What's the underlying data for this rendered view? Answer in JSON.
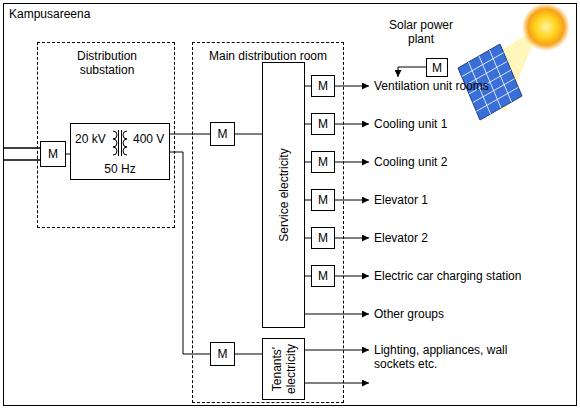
{
  "diagram": {
    "nodes": [
      {
        "text": [
          "Kampusareena"
        ]
      },
      {
        "text": [
          "Distribution substation"
        ],
        "in": 0
      },
      {
        "text": [
          "M"
        ],
        "in": 1
      },
      {
        "text": [
          "20 kV",
          "400 V",
          "50 Hz"
        ],
        "in": 1
      },
      {
        "text": [
          "Main distribution room"
        ],
        "in": 0
      },
      {
        "text": [
          "M"
        ],
        "in": 4
      },
      {
        "text": [
          "Service electricity"
        ],
        "in": 4
      },
      {
        "text": [
          "M"
        ],
        "in": 4
      },
      {
        "text": [
          "M"
        ],
        "in": 4
      },
      {
        "text": [
          "M"
        ],
        "in": 4
      },
      {
        "text": [
          "M"
        ],
        "in": 4
      },
      {
        "text": [
          "M"
        ],
        "in": 4
      },
      {
        "text": [
          "M"
        ],
        "in": 4
      },
      {
        "text": [
          "Tenants' electricity"
        ],
        "in": 4
      },
      {
        "text": [
          "M"
        ],
        "in": 4
      },
      {
        "text": [
          "M"
        ],
        "in": 0
      }
    ],
    "edges": [
      {
        "from": 2,
        "to": 3,
        "arrow": "none"
      },
      {
        "from": 3,
        "to": 5,
        "arrow": "none"
      },
      {
        "from": 3,
        "to": 14,
        "arrow": "none"
      },
      {
        "from": 5,
        "to": 6,
        "arrow": "none"
      },
      {
        "from": 6,
        "to": 7,
        "arrow": "none"
      },
      {
        "from": 6,
        "to": 8,
        "arrow": "none"
      },
      {
        "from": 6,
        "to": 9,
        "arrow": "none"
      },
      {
        "from": 6,
        "to": 10,
        "arrow": "none"
      },
      {
        "from": 6,
        "to": 11,
        "arrow": "none"
      },
      {
        "from": 6,
        "to": 12,
        "arrow": "none"
      },
      {
        "from": 14,
        "to": 13,
        "arrow": "none"
      }
    ],
    "labels": [
      "Solar power plant",
      "Ventilation unit rooms",
      "Cooling unit 1",
      "Cooling unit 2",
      "Elevator 1",
      "Elevator 2",
      "Electric car charging station",
      "Other groups",
      "Lighting, appliances, wall sockets etc."
    ]
  }
}
